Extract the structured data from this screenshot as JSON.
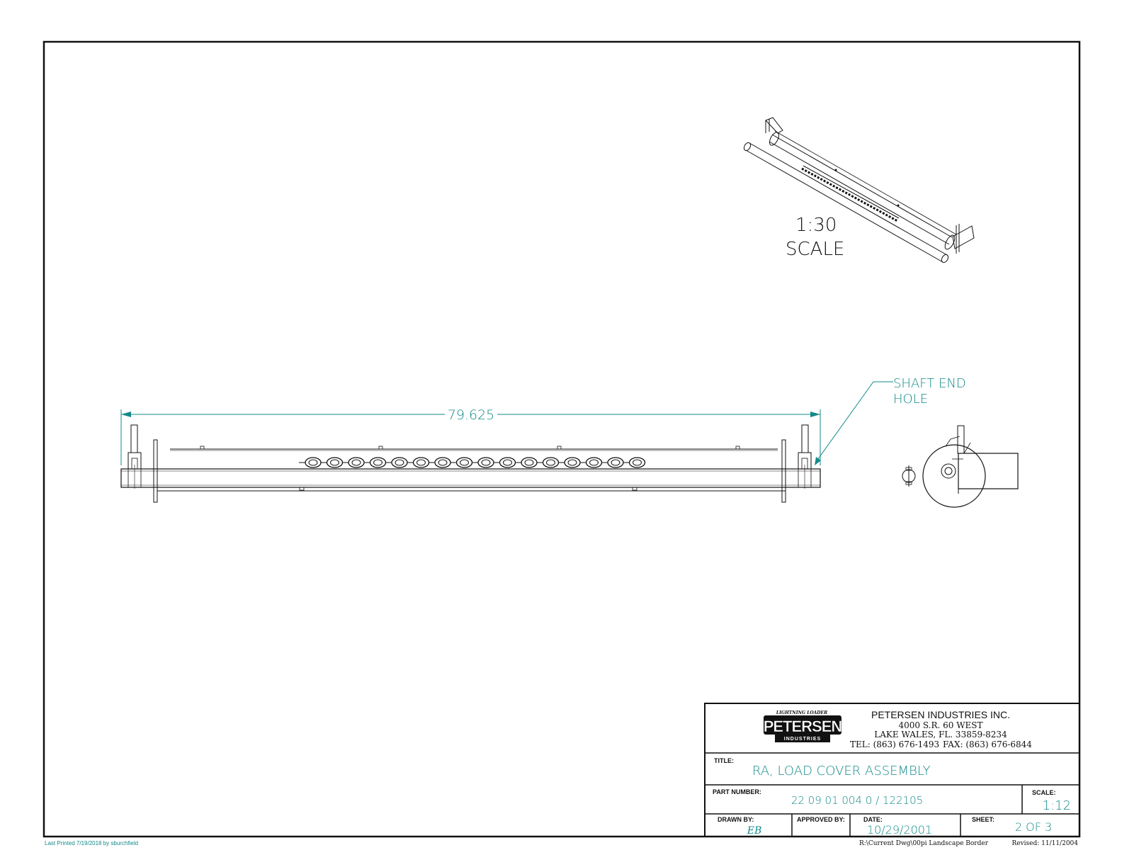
{
  "iso_view": {
    "scale_line1": "1:30",
    "scale_line2": "SCALE"
  },
  "callout": {
    "line1": "SHAFT END",
    "line2": "HOLE"
  },
  "dimension": {
    "overall_length": "79.625"
  },
  "title_block": {
    "logo": {
      "tagline": "LIGHTNING LOADER",
      "name": "PETERSEN",
      "sub": "INDUSTRIES"
    },
    "company": "PETERSEN INDUSTRIES INC.",
    "address1": "4000 S.R. 60 WEST",
    "address2": "LAKE WALES, FL. 33859-8234",
    "tel": "TEL: (863) 676-1493",
    "fax": "FAX: (863) 676-6844",
    "title_label": "TITLE:",
    "title_value": "RA, LOAD COVER ASSEMBLY",
    "part_label": "PART NUMBER:",
    "part_value": "22 09 01 004 0 / 122105",
    "scale_label": "SCALE:",
    "scale_value": "1:12",
    "drawn_label": "DRAWN BY:",
    "drawn_value": "EB",
    "approved_label": "APPROVED BY:",
    "approved_value": "",
    "date_label": "DATE:",
    "date_value": "10/29/2001",
    "sheet_label": "SHEET:",
    "sheet_value": "2 OF 3"
  },
  "footer": {
    "last_printed": "Last Printed 7/19/2018 by sburchfield",
    "border_path": "R:\\Current Dwg\\00pi Landscape Border",
    "revised": "Revised: 11/11/2004"
  },
  "colors": {
    "annotation": "#138a8a",
    "linework": "#111111"
  }
}
